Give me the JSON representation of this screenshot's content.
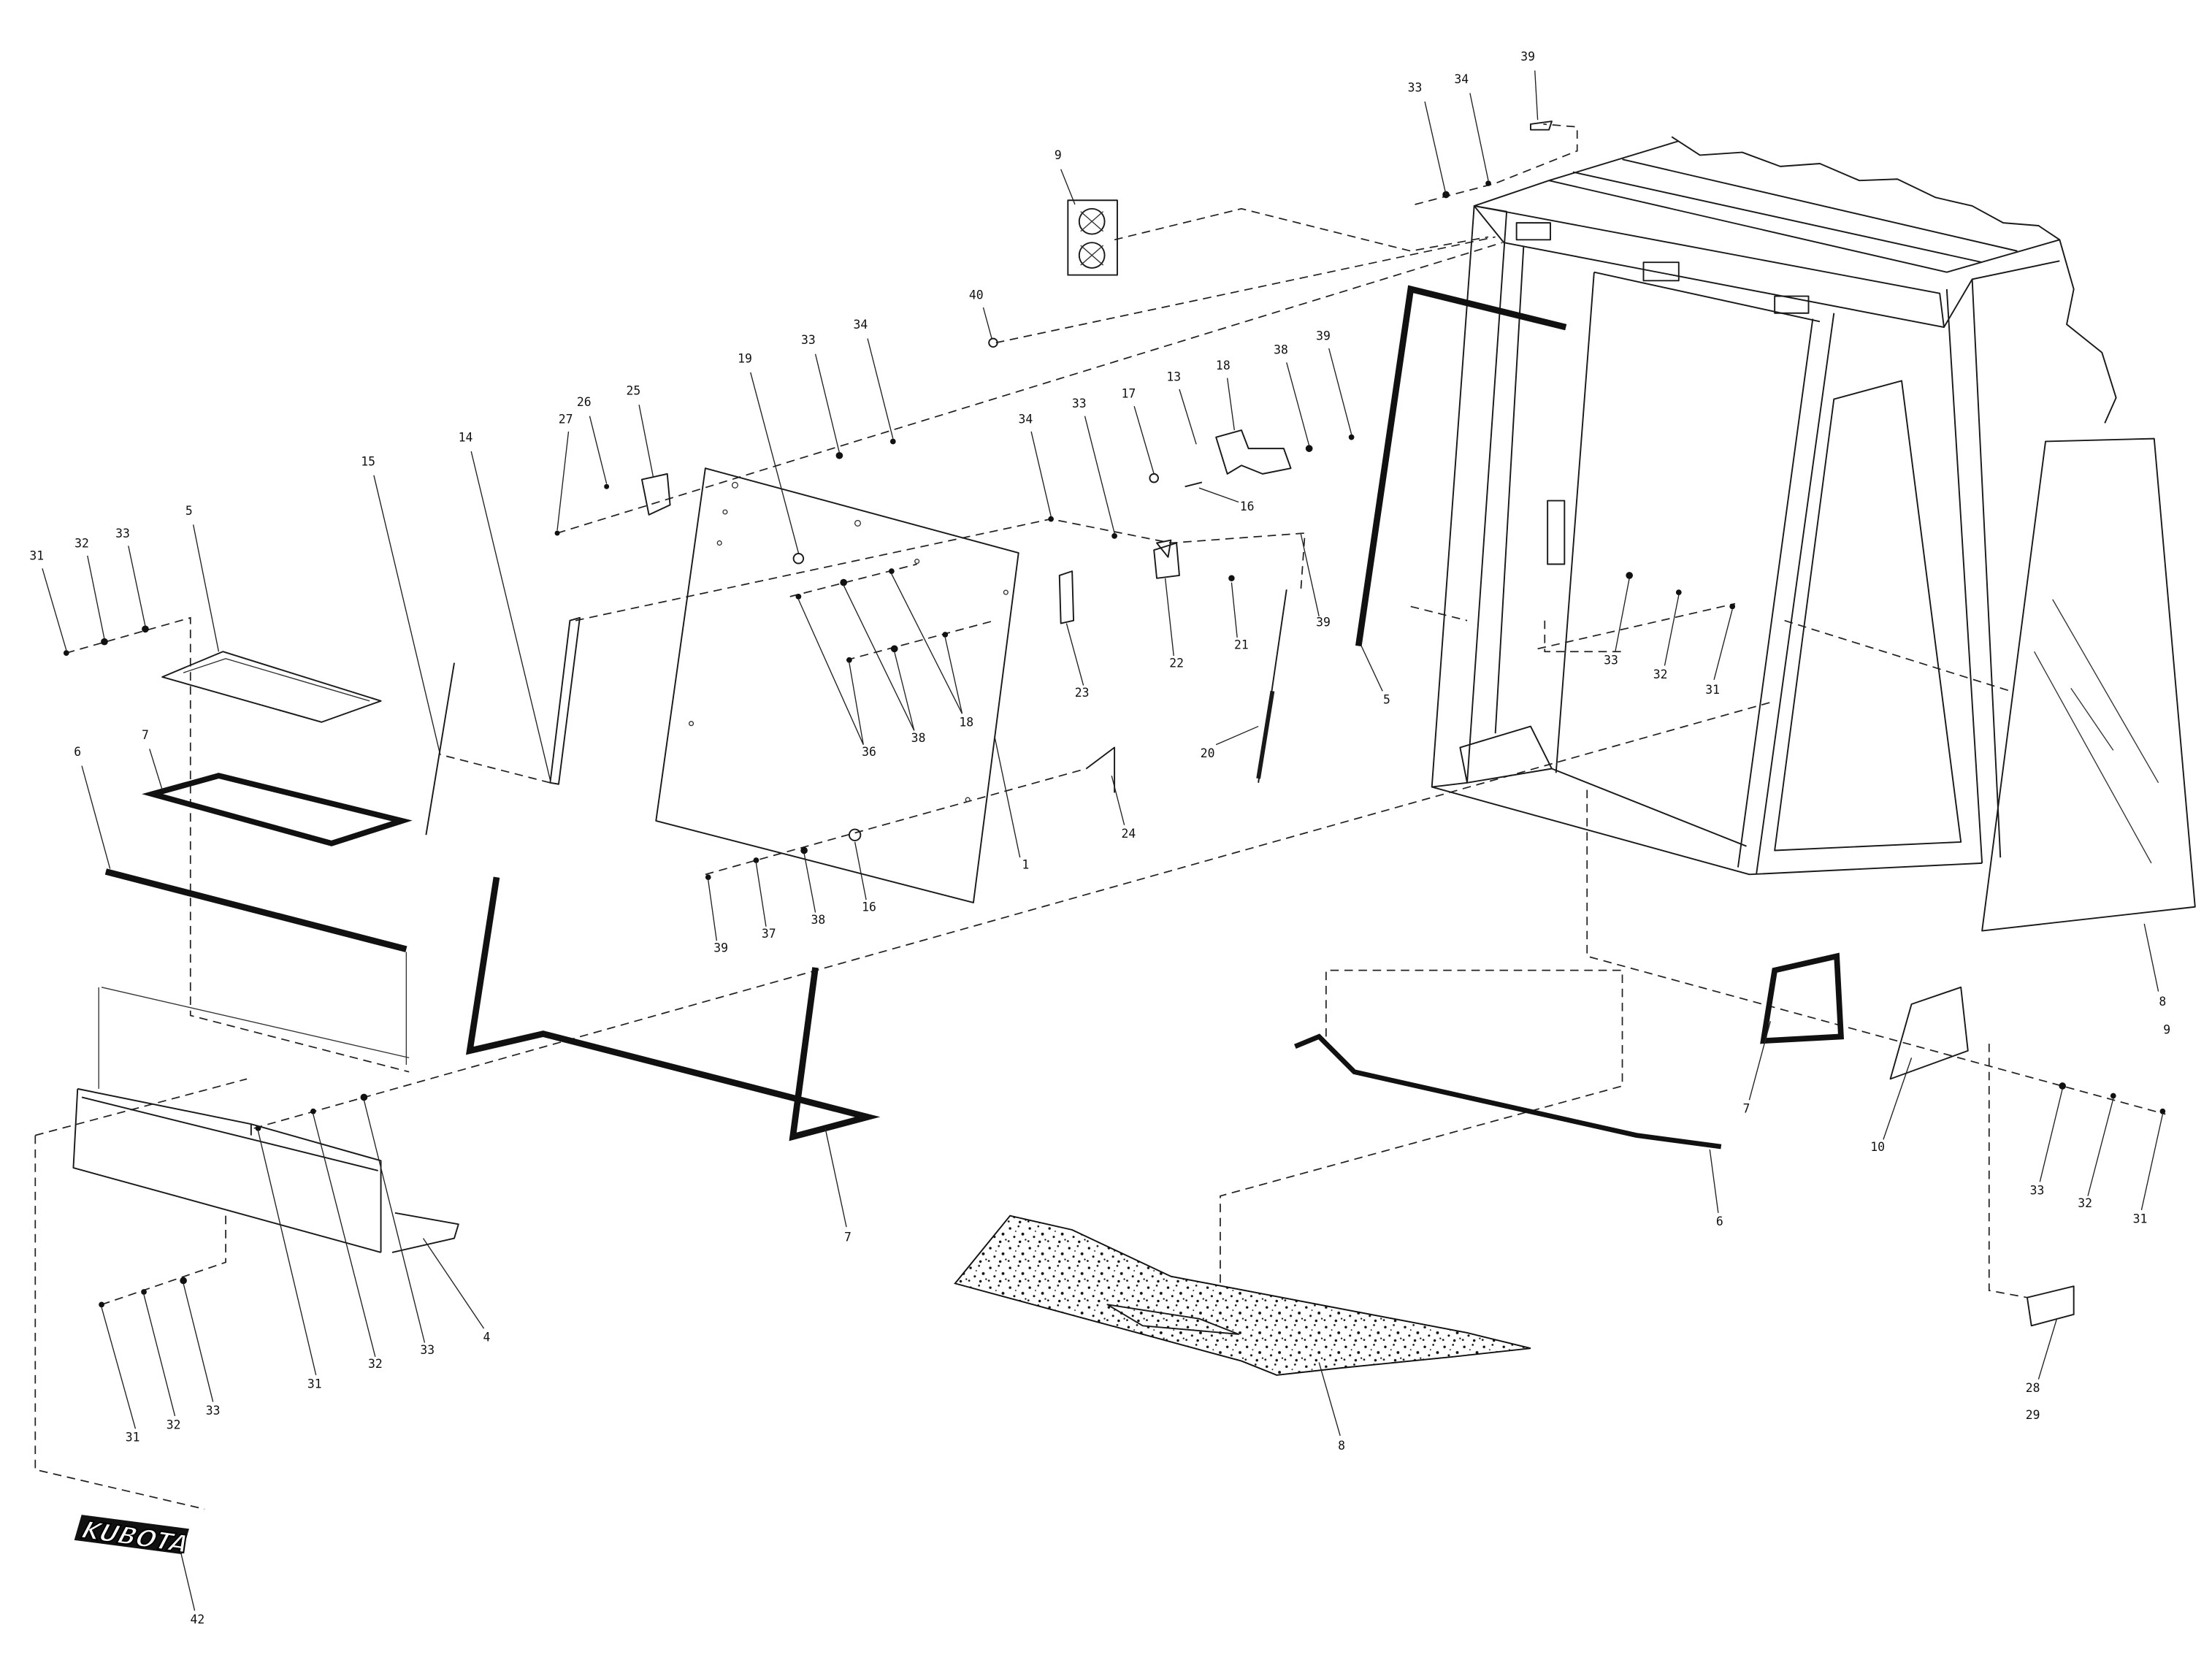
{
  "callouts": [
    "33",
    "34",
    "39",
    "9",
    "40",
    "19",
    "33",
    "34",
    "27",
    "26",
    "25",
    "15",
    "14",
    "5",
    "31",
    "32",
    "33",
    "6",
    "7",
    "34",
    "33",
    "17",
    "13",
    "18",
    "38",
    "39",
    "16",
    "36",
    "38",
    "18",
    "23",
    "22",
    "21",
    "39",
    "20",
    "1",
    "24",
    "16",
    "38",
    "37",
    "39",
    "5",
    "33",
    "32",
    "31",
    "8",
    "9",
    "7",
    "10",
    "33",
    "32",
    "31",
    "6",
    "7",
    "4",
    "31",
    "32",
    "33",
    "31",
    "32",
    "33",
    "8",
    "28",
    "29",
    "42"
  ],
  "logo_text": "KUBOTA"
}
